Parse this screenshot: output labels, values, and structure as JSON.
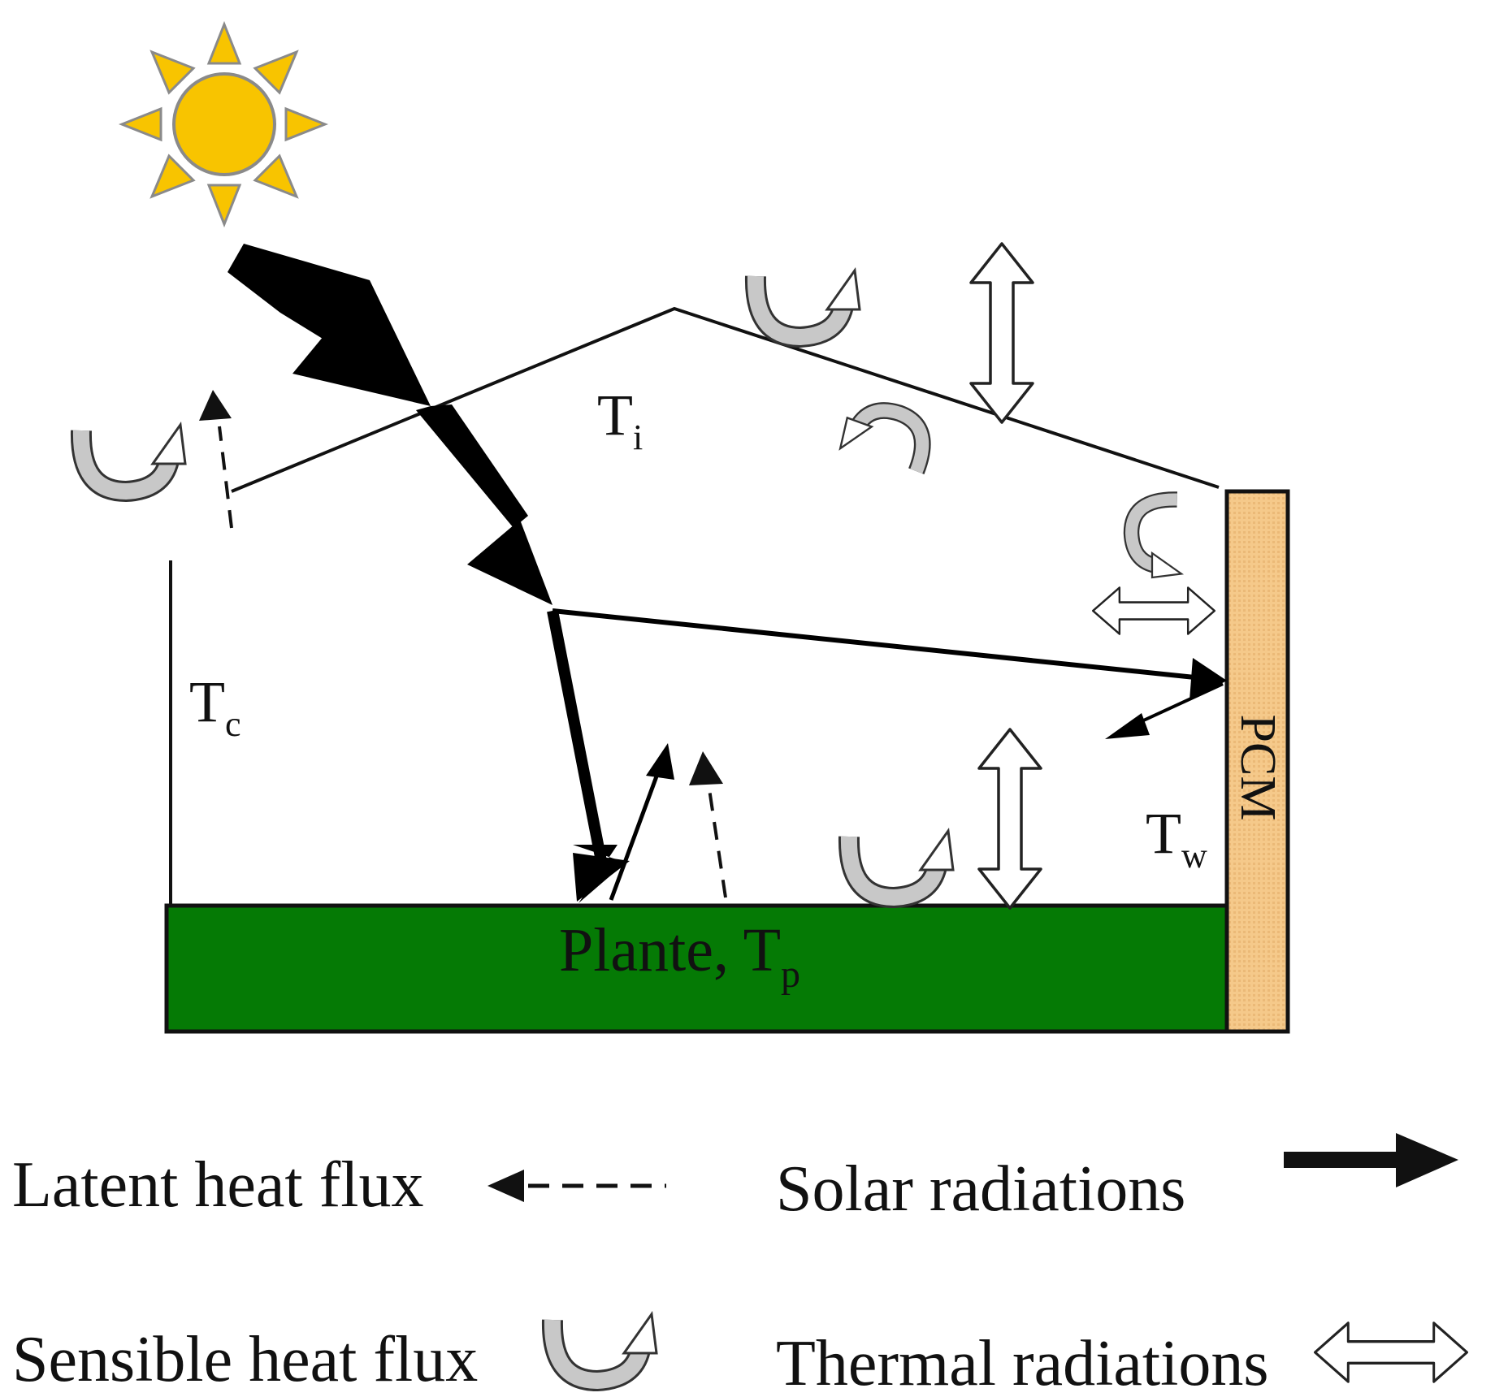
{
  "labels": {
    "t_i": {
      "main": "T",
      "sub": "i"
    },
    "t_c": {
      "main": "T",
      "sub": "c"
    },
    "t_w": {
      "main": "T",
      "sub": "w"
    },
    "plant": {
      "main": "Plante, T",
      "sub": "p"
    },
    "pcm": "PCM"
  },
  "legend": {
    "latent": "Latent heat flux",
    "solar": "Solar radiations",
    "sensible": "Sensible heat flux",
    "thermal": "Thermal radiations"
  },
  "colors": {
    "sun": "#F8C400",
    "sun_outline": "#8A8A8A",
    "plant": "#057A05",
    "pcm": "#F5C98A",
    "sensible_arrow": "#C8C8C8"
  }
}
